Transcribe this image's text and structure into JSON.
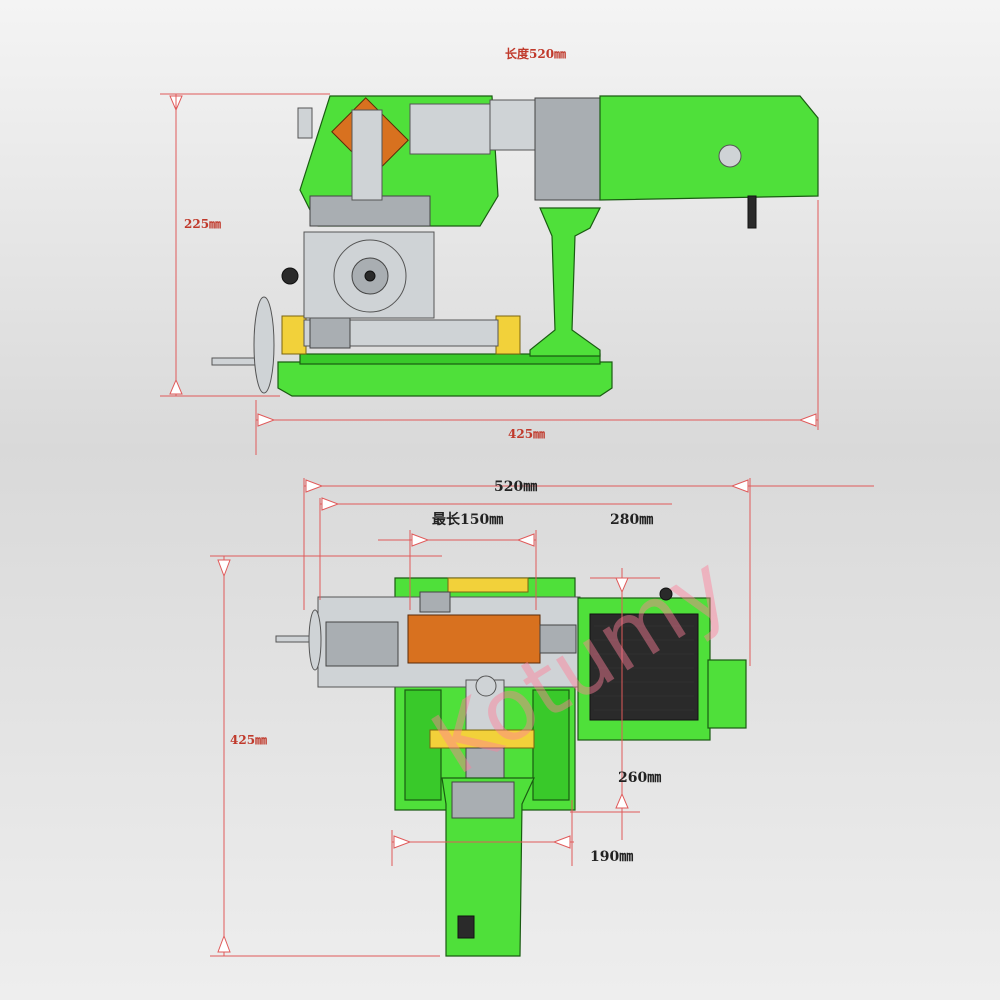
{
  "dimensions": {
    "top_length": "长度520㎜",
    "top_height": "225㎜",
    "top_width": "425㎜",
    "bottom_length": "520㎜",
    "bottom_max": "最长150㎜",
    "bottom_280": "280㎜",
    "bottom_height": "425㎜",
    "bottom_260": "260㎜",
    "bottom_190": "190㎜"
  },
  "watermark": "Kotumy",
  "colors": {
    "machine_green": "#4fe03a",
    "dimension_red": "#e05a5a",
    "steel_grey": "#cfd3d6"
  }
}
